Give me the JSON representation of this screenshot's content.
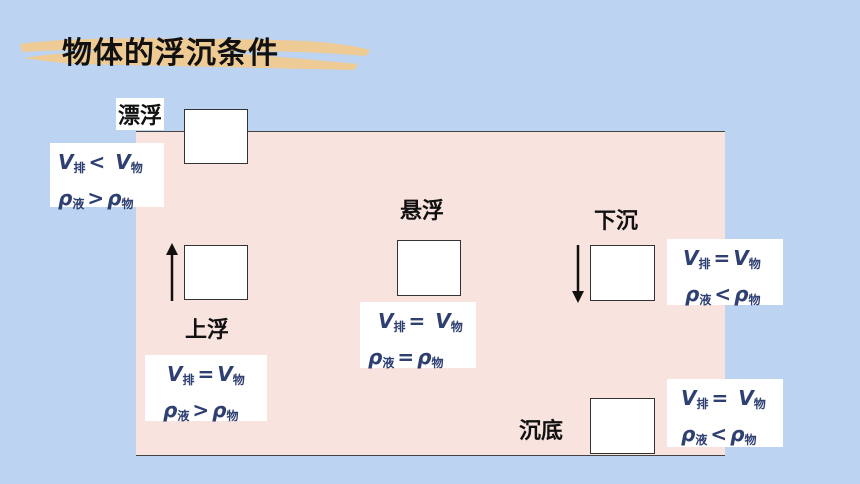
{
  "title": "物体的浮沉条件",
  "states": {
    "float": {
      "label": "漂浮",
      "line1": {
        "left": "V",
        "left_sub": "排",
        "op": "<",
        "right": "V",
        "right_sub": "物"
      },
      "line2": {
        "left": "ρ",
        "left_sub": "液",
        "op": ">",
        "right": "ρ",
        "right_sub": "物"
      }
    },
    "rise": {
      "label": "上浮",
      "line1": {
        "left": "V",
        "left_sub": "排",
        "op": "=",
        "right": "V",
        "right_sub": "物"
      },
      "line2": {
        "left": "ρ",
        "left_sub": "液",
        "op": ">",
        "right": "ρ",
        "right_sub": "物"
      }
    },
    "suspend": {
      "label": "悬浮",
      "line1": {
        "left": "V",
        "left_sub": "排",
        "op": "=",
        "right": "V",
        "right_sub": "物"
      },
      "line2": {
        "left": "ρ",
        "left_sub": "液",
        "op": "=",
        "right": "ρ",
        "right_sub": "物"
      }
    },
    "sink": {
      "label": "下沉",
      "line1": {
        "left": "V",
        "left_sub": "排",
        "op": "=",
        "right": "V",
        "right_sub": "物"
      },
      "line2": {
        "left": "ρ",
        "left_sub": "液",
        "op": "<",
        "right": "ρ",
        "right_sub": "物"
      }
    },
    "bottom": {
      "label": "沉底",
      "line1": {
        "left": "V",
        "left_sub": "排",
        "op": "=",
        "right": "V",
        "right_sub": "物"
      },
      "line2": {
        "left": "ρ",
        "left_sub": "液",
        "op": "<",
        "right": "ρ",
        "right_sub": "物"
      }
    }
  },
  "colors": {
    "background": "#bcd3f1",
    "liquid": "#f9e3de",
    "formula_text": "#2e3f72",
    "brush": "#f3c98a"
  }
}
